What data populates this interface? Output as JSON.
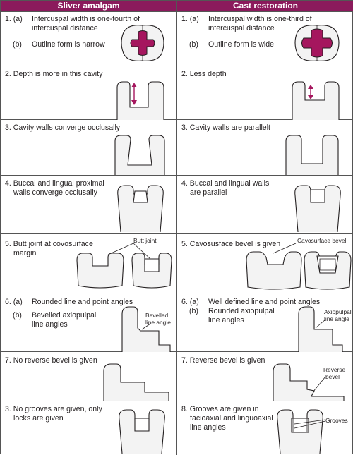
{
  "headers": {
    "left": "Sliver amalgam",
    "right": "Cast restoration"
  },
  "left": {
    "r1a_num": "1. (a)",
    "r1a": "Intercuspal width is one-fourth of",
    "r1a_cont": "intercuspal  distance",
    "r1b_num": "(b)",
    "r1b": "Outline form is narrow",
    "r2": "2. Depth is more in this cavity",
    "r3": "3. Cavity walls converge occlusally",
    "r4a": "4. Buccal and lingual proximal",
    "r4b": "walls converge occlusally",
    "r5a": "5. Butt joint at covosurface",
    "r5b": "margin",
    "r5_label": "Butt joint",
    "r6a_num": "6. (a)",
    "r6a": "Rounded line and point angles",
    "r6b_num": "(b)",
    "r6b": "Bevelled axiopulpal",
    "r6b_cont": "line angles",
    "r6_label_1": "Bevelled",
    "r6_label_2": "line angle",
    "r7": "7. No reverse bevel is given",
    "r8a": "3. No grooves are given, only",
    "r8b": "locks are given"
  },
  "right": {
    "r1a_num": "1. (a)",
    "r1a": "Intercuspal width is one-third of",
    "r1a_cont": "intercuspal  distance",
    "r1b_num": "(b)",
    "r1b": "Outline form is wide",
    "r2": "2. Less depth",
    "r3": "3. Cavity walls are parallelt",
    "r4a": "4. Buccal and lingual walls",
    "r4b": "are parallel",
    "r5": "5. Cavosusface bevel is given",
    "r5_label": "Cavosurface bevel",
    "r6a_num": "6. (a)",
    "r6a": "Well defined line and point angles",
    "r6b_num": "(b)",
    "r6b": "Rounded axiopulpal",
    "r6b_cont": "line angles",
    "r6_label_1": "Axiopulpal",
    "r6_label_2": "line angle",
    "r7": "7. Reverse bevel is given",
    "r7_label_1": "Reverse",
    "r7_label_2": "bevel",
    "r8a": "8. Grooves are given in",
    "r8b": "facioaxial and linguoaxial",
    "r8c": "line angles",
    "r8_label": "Grooves"
  },
  "colors": {
    "header": "#8b1a5c",
    "accent": "#a5165e"
  }
}
